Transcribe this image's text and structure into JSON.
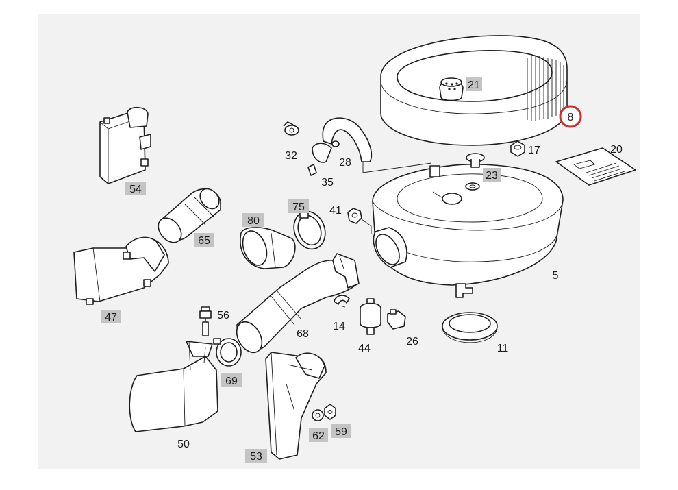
{
  "diagram": {
    "callouts": [
      {
        "id": "8",
        "highlight": "circle"
      },
      {
        "id": "21",
        "highlight": "box"
      },
      {
        "id": "17",
        "highlight": "none"
      },
      {
        "id": "20",
        "highlight": "none"
      },
      {
        "id": "32",
        "highlight": "none"
      },
      {
        "id": "28",
        "highlight": "none"
      },
      {
        "id": "35",
        "highlight": "none"
      },
      {
        "id": "23",
        "highlight": "box"
      },
      {
        "id": "54",
        "highlight": "box"
      },
      {
        "id": "75",
        "highlight": "box"
      },
      {
        "id": "80",
        "highlight": "box"
      },
      {
        "id": "41",
        "highlight": "none"
      },
      {
        "id": "65",
        "highlight": "box"
      },
      {
        "id": "5",
        "highlight": "none"
      },
      {
        "id": "47",
        "highlight": "box"
      },
      {
        "id": "56",
        "highlight": "none"
      },
      {
        "id": "14",
        "highlight": "none"
      },
      {
        "id": "68",
        "highlight": "none"
      },
      {
        "id": "26",
        "highlight": "none"
      },
      {
        "id": "44",
        "highlight": "none"
      },
      {
        "id": "11",
        "highlight": "none"
      },
      {
        "id": "69",
        "highlight": "box"
      },
      {
        "id": "50",
        "highlight": "none"
      },
      {
        "id": "62",
        "highlight": "box"
      },
      {
        "id": "59",
        "highlight": "box"
      },
      {
        "id": "53",
        "highlight": "box"
      }
    ],
    "colors": {
      "highlight_box": "#c4c4c4",
      "highlight_circle": "#d42b2b",
      "line": "#1e1e1e",
      "background": "#f2f2f2"
    }
  }
}
